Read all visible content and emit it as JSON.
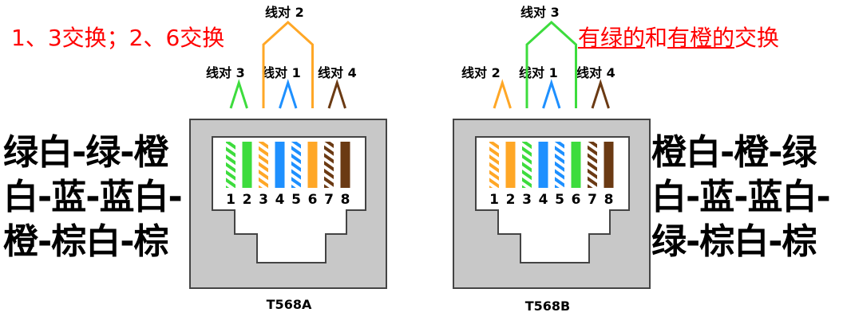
{
  "top_note_left": "1、3交换；2、6交换",
  "top_note_right": {
    "seg1": "有绿的",
    "seg2": "和",
    "seg3": "有橙的",
    "seg4": "交换"
  },
  "left_desc": [
    "绿白-绿-橙",
    "白-蓝-蓝白-",
    "橙-棕白-棕"
  ],
  "right_desc": [
    "橙白-橙-绿",
    "白-蓝-蓝白-",
    "绿-棕白-棕"
  ],
  "connectors": [
    {
      "standard": "T568A",
      "pins": [
        "1",
        "2",
        "3",
        "4",
        "5",
        "6",
        "7",
        "8"
      ],
      "pair_labels": {
        "top": "线对 2",
        "a": "线对 3",
        "b": "线对 1",
        "c": "线对 4"
      },
      "pin_colors": [
        "#3ddc3d",
        "#3ddc3d",
        "#ffa726",
        "#1e90ff",
        "#1e90ff",
        "#ffa726",
        "#6b3a13",
        "#6b3a13"
      ],
      "pin_striped": [
        true,
        false,
        true,
        false,
        true,
        false,
        true,
        false
      ]
    },
    {
      "standard": "T568B",
      "pins": [
        "1",
        "2",
        "3",
        "4",
        "5",
        "6",
        "7",
        "8"
      ],
      "pair_labels": {
        "top": "线对 3",
        "a": "线对 2",
        "b": "线对 1",
        "c": "线对 4"
      },
      "pin_colors": [
        "#ffa726",
        "#ffa726",
        "#3ddc3d",
        "#1e90ff",
        "#1e90ff",
        "#3ddc3d",
        "#6b3a13",
        "#6b3a13"
      ],
      "pin_striped": [
        true,
        false,
        true,
        false,
        true,
        false,
        true,
        false
      ]
    }
  ],
  "colors": {
    "green": "#3ddc3d",
    "orange": "#ffa726",
    "blue": "#1e90ff",
    "brown": "#6b3a13",
    "jack": "#c8c8c8",
    "note": "#ff0000"
  }
}
